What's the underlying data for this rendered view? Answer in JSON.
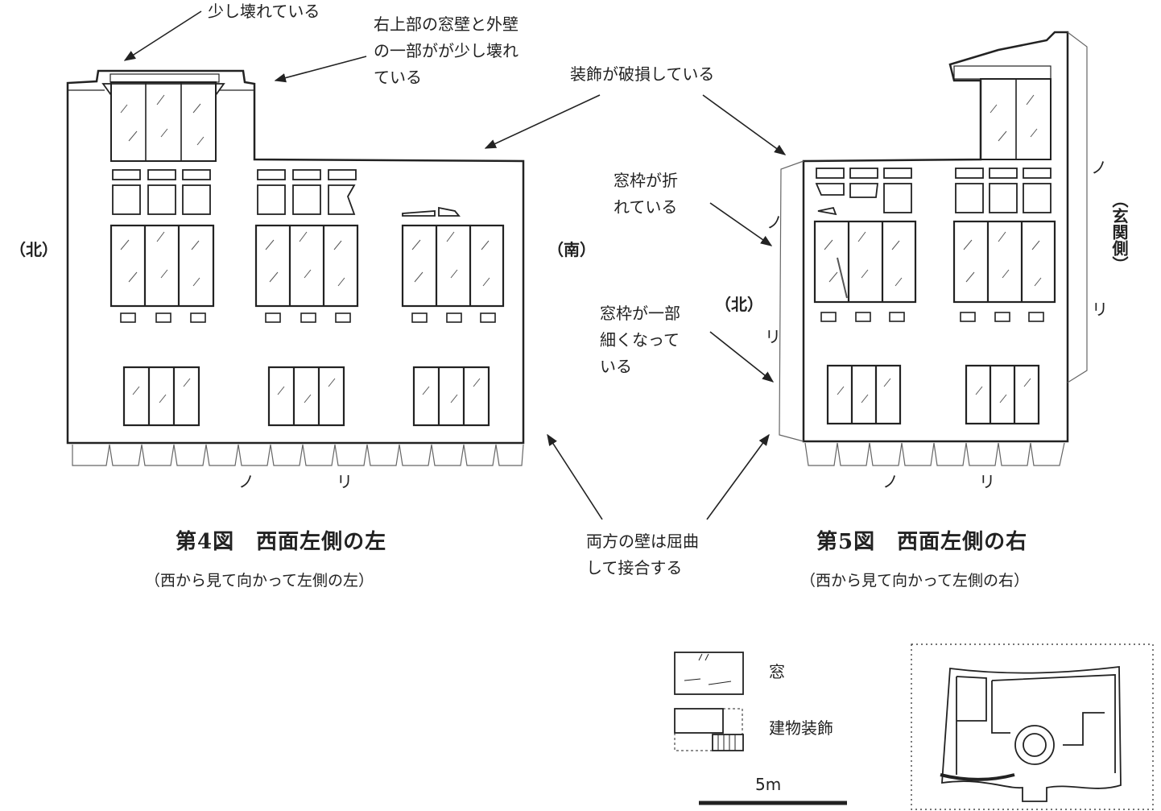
{
  "annotations": {
    "slightly_broken": "少し壊れている",
    "upper_right_broken": "右上部の窓壁と外壁\nの一部がが少し壊れ\nている",
    "decor_damaged": "装飾が破損している",
    "frame_broken": "窓枠が折\nれている",
    "frame_thin": "窓枠が一部\n細くなって\nいる",
    "walls_joined": "両方の壁は屈曲\nして接合する"
  },
  "figure4": {
    "title": "第4図　西面左側の左",
    "subtitle": "（西から見て向かって左側の左）",
    "north": "（北）",
    "south": "（南）",
    "no": "ノ",
    "ri": "リ"
  },
  "figure5": {
    "title": "第5図　西面左側の右",
    "subtitle": "（西から見て向かって左側の右）",
    "north": "（北）",
    "entrance": "（玄関側）",
    "no": "ノ",
    "ri": "リ"
  },
  "legend": {
    "window": "窓",
    "decoration": "建物装飾",
    "scale": "5m"
  }
}
